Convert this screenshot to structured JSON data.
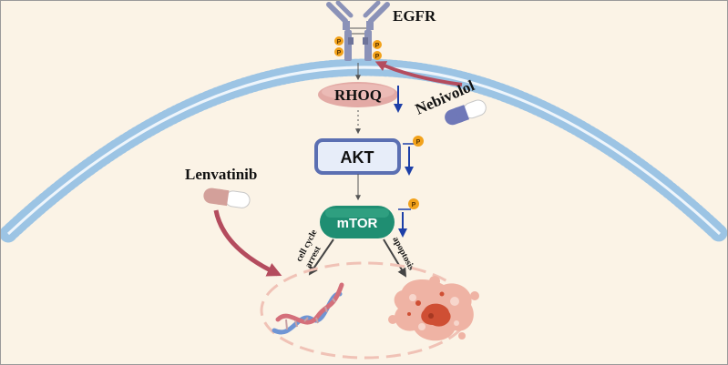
{
  "labels": {
    "receptor": "EGFR",
    "rhoq": "RHOQ",
    "akt": "AKT",
    "mtor": "mTOR",
    "nebivolol": "Nebivolol",
    "lenvatinib": "Lenvatinib",
    "cell_cycle_line1": "cell cycle",
    "cell_cycle_line2": "arrest",
    "apoptosis": "apoptosis",
    "phospho": "P"
  },
  "colors": {
    "background": "#fbf3e6",
    "membrane_head": "#aed0ea",
    "receptor": "#8b92b8",
    "phospho_badge": "#f2a21b",
    "rhoq": "#e3aaa5",
    "akt_border": "#5b6fb2",
    "akt_fill": "#e7edf9",
    "mtor": "#1f8e72",
    "down_arrow": "#1d3fa8",
    "drug_arrow": "#b44c5e",
    "nucleus_border": "#f0c2b6"
  },
  "icons": {
    "receptor": "egfr-receptor-icon",
    "nebivolol": "capsule-icon",
    "lenvatinib": "capsule-icon",
    "dna": "dna-helix-icon",
    "apoptotic_cell": "apoptotic-cell-icon"
  }
}
